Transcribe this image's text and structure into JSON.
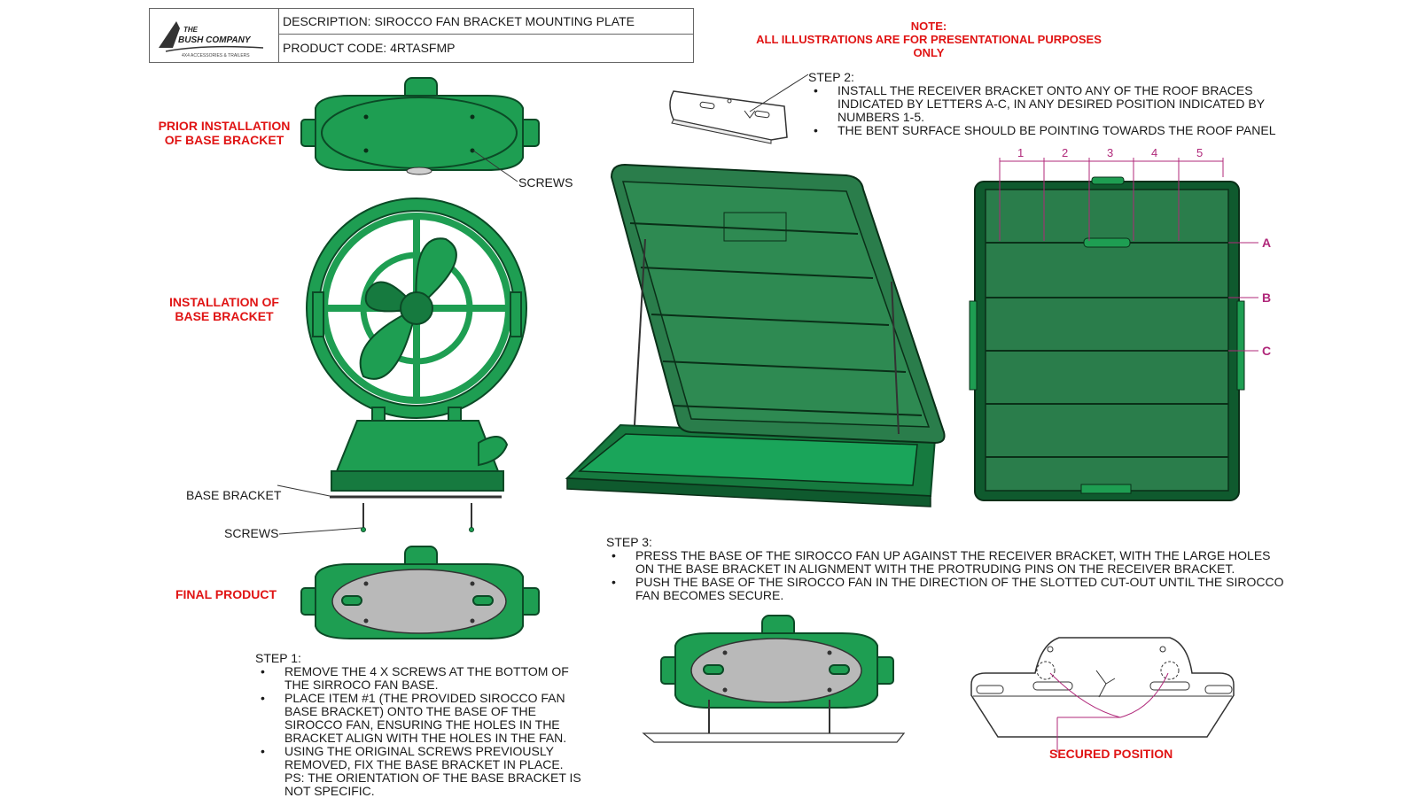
{
  "title_block": {
    "logo_line1": "THE",
    "logo_line2": "BUSH COMPANY",
    "logo_tagline": "4X4 ACCESSORIES & TRAILERS",
    "description": "DESCRIPTION: SIROCCO FAN BRACKET MOUNTING PLATE",
    "product_code": "PRODUCT CODE: 4RTASFMP"
  },
  "note": {
    "title": "NOTE:",
    "text": "ALL ILLUSTRATIONS ARE FOR PRESENTATIONAL PURPOSES ONLY"
  },
  "left_labels": {
    "prior": "PRIOR INSTALLATION OF BASE BRACKET",
    "installation": "INSTALLATION OF BASE BRACKET",
    "final": "FINAL PRODUCT"
  },
  "callouts": {
    "screws_top": "SCREWS",
    "base_bracket": "BASE BRACKET",
    "screws_bottom": "SCREWS",
    "secured": "SECURED POSITION"
  },
  "step1": {
    "heading": "STEP 1:",
    "items": [
      "REMOVE THE 4 X SCREWS AT THE BOTTOM OF THE SIRROCO FAN BASE.",
      "PLACE ITEM #1 (THE PROVIDED SIROCCO FAN BASE BRACKET) ONTO THE BASE OF THE SIROCCO FAN, ENSURING THE HOLES IN THE BRACKET ALIGN WITH THE HOLES IN THE FAN.",
      "USING THE ORIGINAL SCREWS PREVIOUSLY REMOVED, FIX THE BASE BRACKET IN PLACE. PS: THE ORIENTATION OF THE BASE BRACKET IS NOT SPECIFIC."
    ]
  },
  "step2": {
    "heading": "STEP 2:",
    "items": [
      "INSTALL THE RECEIVER BRACKET ONTO ANY OF THE ROOF BRACES INDICATED BY LETTERS A-C, IN ANY DESIRED POSITION INDICATED BY NUMBERS 1-5.",
      "THE BENT SURFACE SHOULD BE POINTING TOWARDS THE ROOF PANEL"
    ]
  },
  "step3": {
    "heading": "STEP 3:",
    "items": [
      "PRESS THE BASE OF THE SIROCCO FAN UP AGAINST THE RECEIVER BRACKET, WITH THE LARGE HOLES ON THE BASE BRACKET IN ALIGNMENT WITH THE PROTRUDING PINS ON THE RECEIVER BRACKET.",
      "PUSH THE BASE OF THE SIROCCO FAN IN THE DIRECTION OF THE SLOTTED CUT-OUT UNTIL THE SIROCCO FAN BECOMES SECURE."
    ]
  },
  "position_numbers": [
    "1",
    "2",
    "3",
    "4",
    "5"
  ],
  "brace_letters": [
    "A",
    "B",
    "C"
  ],
  "colors": {
    "green_fill": "#1e9e52",
    "green_dark": "#0b4a26",
    "panel_green": "#2a7d4b",
    "grey_plate": "#b9b9b9",
    "note_red": "#e01414",
    "marker_purple": "#b0287a"
  }
}
